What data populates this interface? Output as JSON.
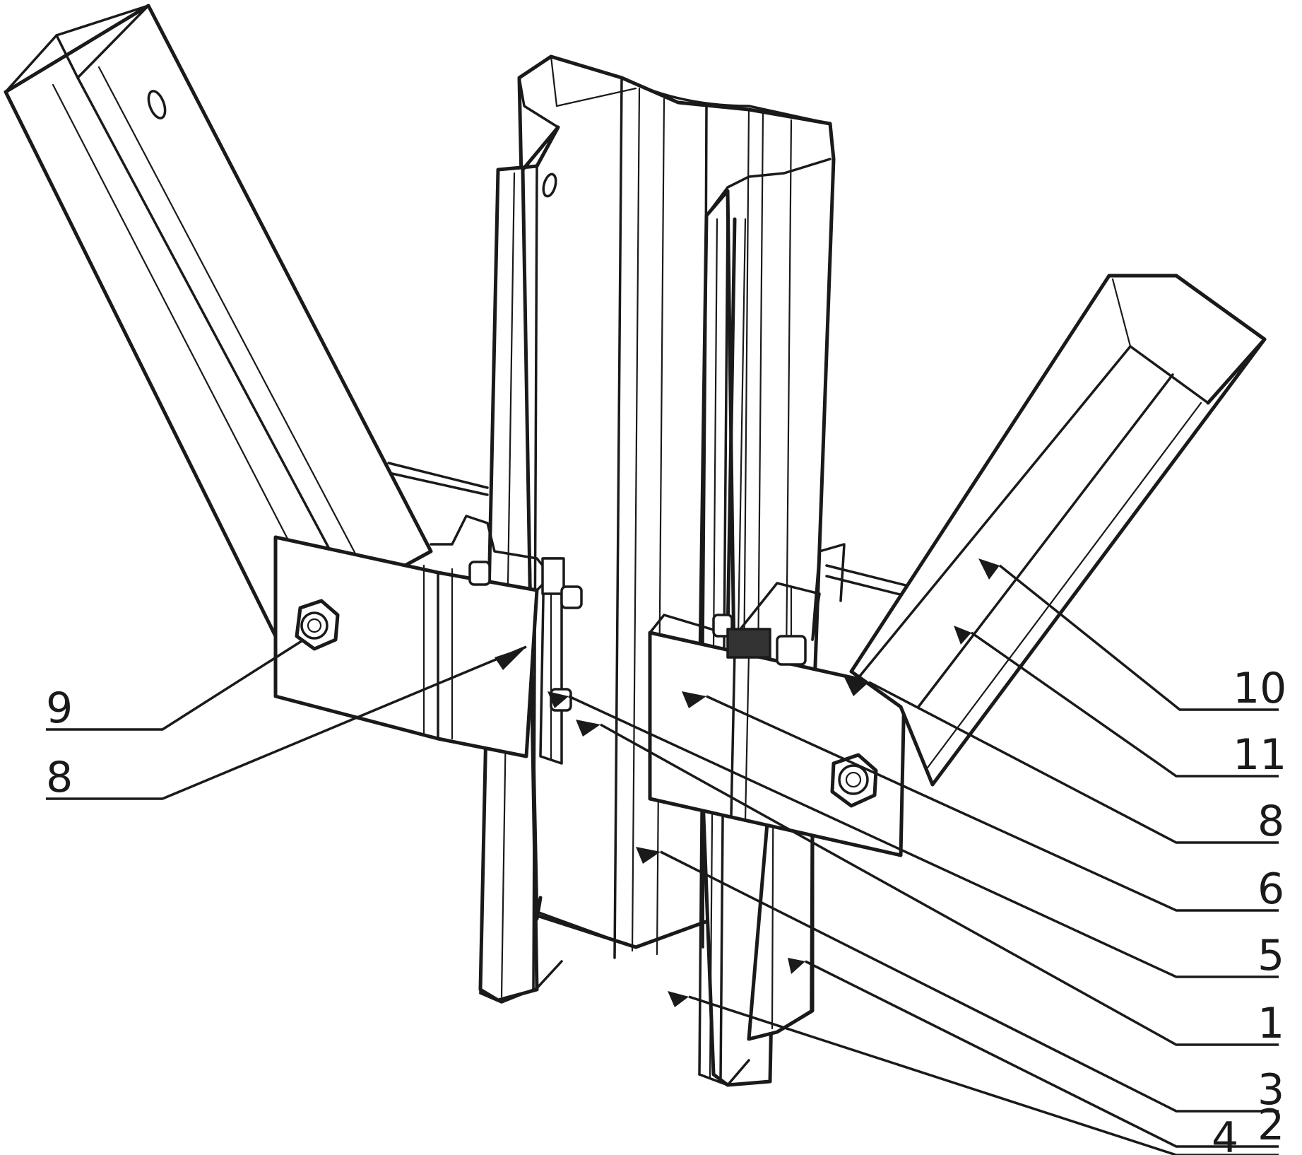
{
  "callouts": [
    {
      "id": "c9",
      "label": "9"
    },
    {
      "id": "c8a",
      "label": "8"
    },
    {
      "id": "c10",
      "label": "10"
    },
    {
      "id": "c11",
      "label": "11"
    },
    {
      "id": "c8b",
      "label": "8"
    },
    {
      "id": "c6",
      "label": "6"
    },
    {
      "id": "c5",
      "label": "5"
    },
    {
      "id": "c1",
      "label": "1"
    },
    {
      "id": "c3",
      "label": "3"
    },
    {
      "id": "c2",
      "label": "2"
    },
    {
      "id": "c4",
      "label": "4"
    }
  ],
  "colors": {
    "line": "#1a1a1a",
    "background": "#ffffff"
  }
}
